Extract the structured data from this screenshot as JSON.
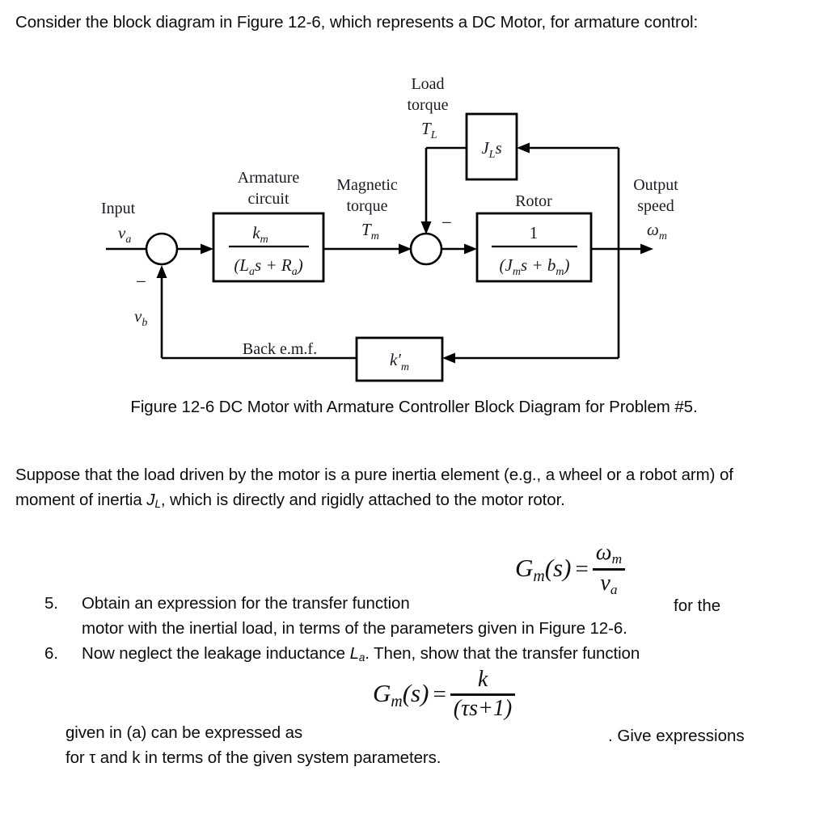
{
  "document": {
    "intro": {
      "text": "Consider the block diagram in Figure 12-6, which represents a DC Motor, for armature control:"
    },
    "figure": {
      "caption": "Figure 12-6 DC Motor with Armature Controller Block Diagram for Problem #5.",
      "labels": {
        "input": "Input",
        "input_signal": "v",
        "input_signal_sub": "a",
        "feedback_signal": "v",
        "feedback_signal_sub": "b",
        "armature_circuit_line1": "Armature",
        "armature_circuit_line2": "circuit",
        "magnetic_torque_line1": "Magnetic",
        "magnetic_torque_line2": "torque",
        "magnetic_torque_symbol": "T",
        "magnetic_torque_symbol_sub": "m",
        "load_torque_line1": "Load",
        "load_torque_line2": "torque",
        "load_torque_symbol": "T",
        "load_torque_symbol_sub": "L",
        "rotor": "Rotor",
        "output_speed_line1": "Output",
        "output_speed_line2": "speed",
        "output_speed_symbol": "ω",
        "output_speed_symbol_sub": "m",
        "back_emf": "Back e.m.f.",
        "minus_sign": "−"
      },
      "blocks": {
        "armature": {
          "numerator": "k",
          "numerator_sub": "m",
          "denominator": "(L s + R )",
          "den_parts": [
            "(",
            "L",
            "a",
            "s + ",
            "R",
            "a",
            ")"
          ]
        },
        "rotor": {
          "numerator": "1",
          "den_parts": [
            "(",
            "J",
            "m",
            "s + ",
            "b",
            "m",
            ")"
          ]
        },
        "load_inertia": {
          "symbol": "J",
          "symbol_sub": "L",
          "symbol_tail": "s"
        },
        "back_emf_gain": {
          "symbol": "k",
          "prime": "′",
          "symbol_sub": "m"
        }
      }
    },
    "suppose": {
      "line1_a": "Suppose that the load driven by the motor is a pure inertia element (e.g., a wheel or a robot arm) of moment of inertia ",
      "inertia_symbol": "J",
      "inertia_sub": "L",
      "line1_b": ", which is directly and rigidly attached to the motor rotor."
    },
    "problems": [
      {
        "number": "5.",
        "text_before": "Obtain an expression for the transfer function",
        "text_after": "for the",
        "text_continued": "motor with the inertial load, in terms of the parameters given in Figure 12-6."
      },
      {
        "number": "6.",
        "text_before_a": "Now neglect the leakage inductance ",
        "inductance_symbol": "L",
        "inductance_sub": "a",
        "text_before_b": ". Then, show that the transfer function",
        "text_mid": "given in (a) can be expressed as",
        "text_after": ". Give expressions",
        "text_continued": "for τ and k in terms of the given system parameters."
      }
    ],
    "equations": {
      "eq1": {
        "lhs_g": "G",
        "lhs_sub": "m",
        "lhs_args": "(s)",
        "equals": "=",
        "numerator": "ω",
        "numerator_sub": "m",
        "denominator": "v",
        "denominator_sub": "a"
      },
      "eq2": {
        "lhs_g": "G",
        "lhs_sub": "m",
        "lhs_args": "(s)",
        "equals": "=",
        "numerator": "k",
        "denominator": "(τs+1)"
      }
    },
    "colors": {
      "text": "#0d0d0d",
      "diagram_stroke": "#000000",
      "diagram_label": "#1a1a22",
      "background": "#ffffff"
    }
  }
}
